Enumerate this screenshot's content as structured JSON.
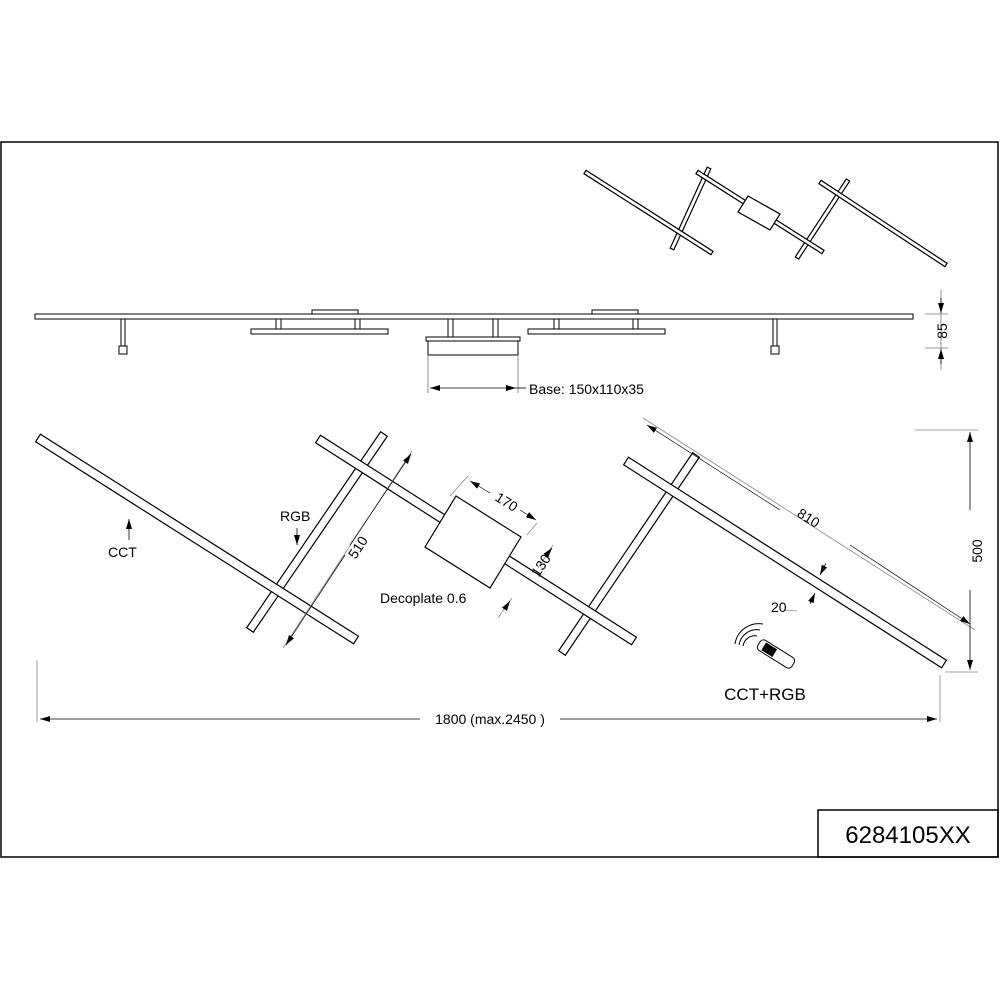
{
  "drawing": {
    "part_number": "6284105XX",
    "labels": {
      "base": "Base: 150x110x35",
      "height": "85",
      "cct": "CCT",
      "rgb": "RGB",
      "dim_510": "510",
      "dim_170": "170",
      "dim_130": "130",
      "decoplate": "Decoplate 0.6",
      "dim_810": "810",
      "dim_20": "20",
      "dim_500": "500",
      "remote": "CCT+RGB",
      "width": "1800 (max.2450 )"
    },
    "line_color": "#000000",
    "dim_line_color": "#9a9a9a"
  }
}
